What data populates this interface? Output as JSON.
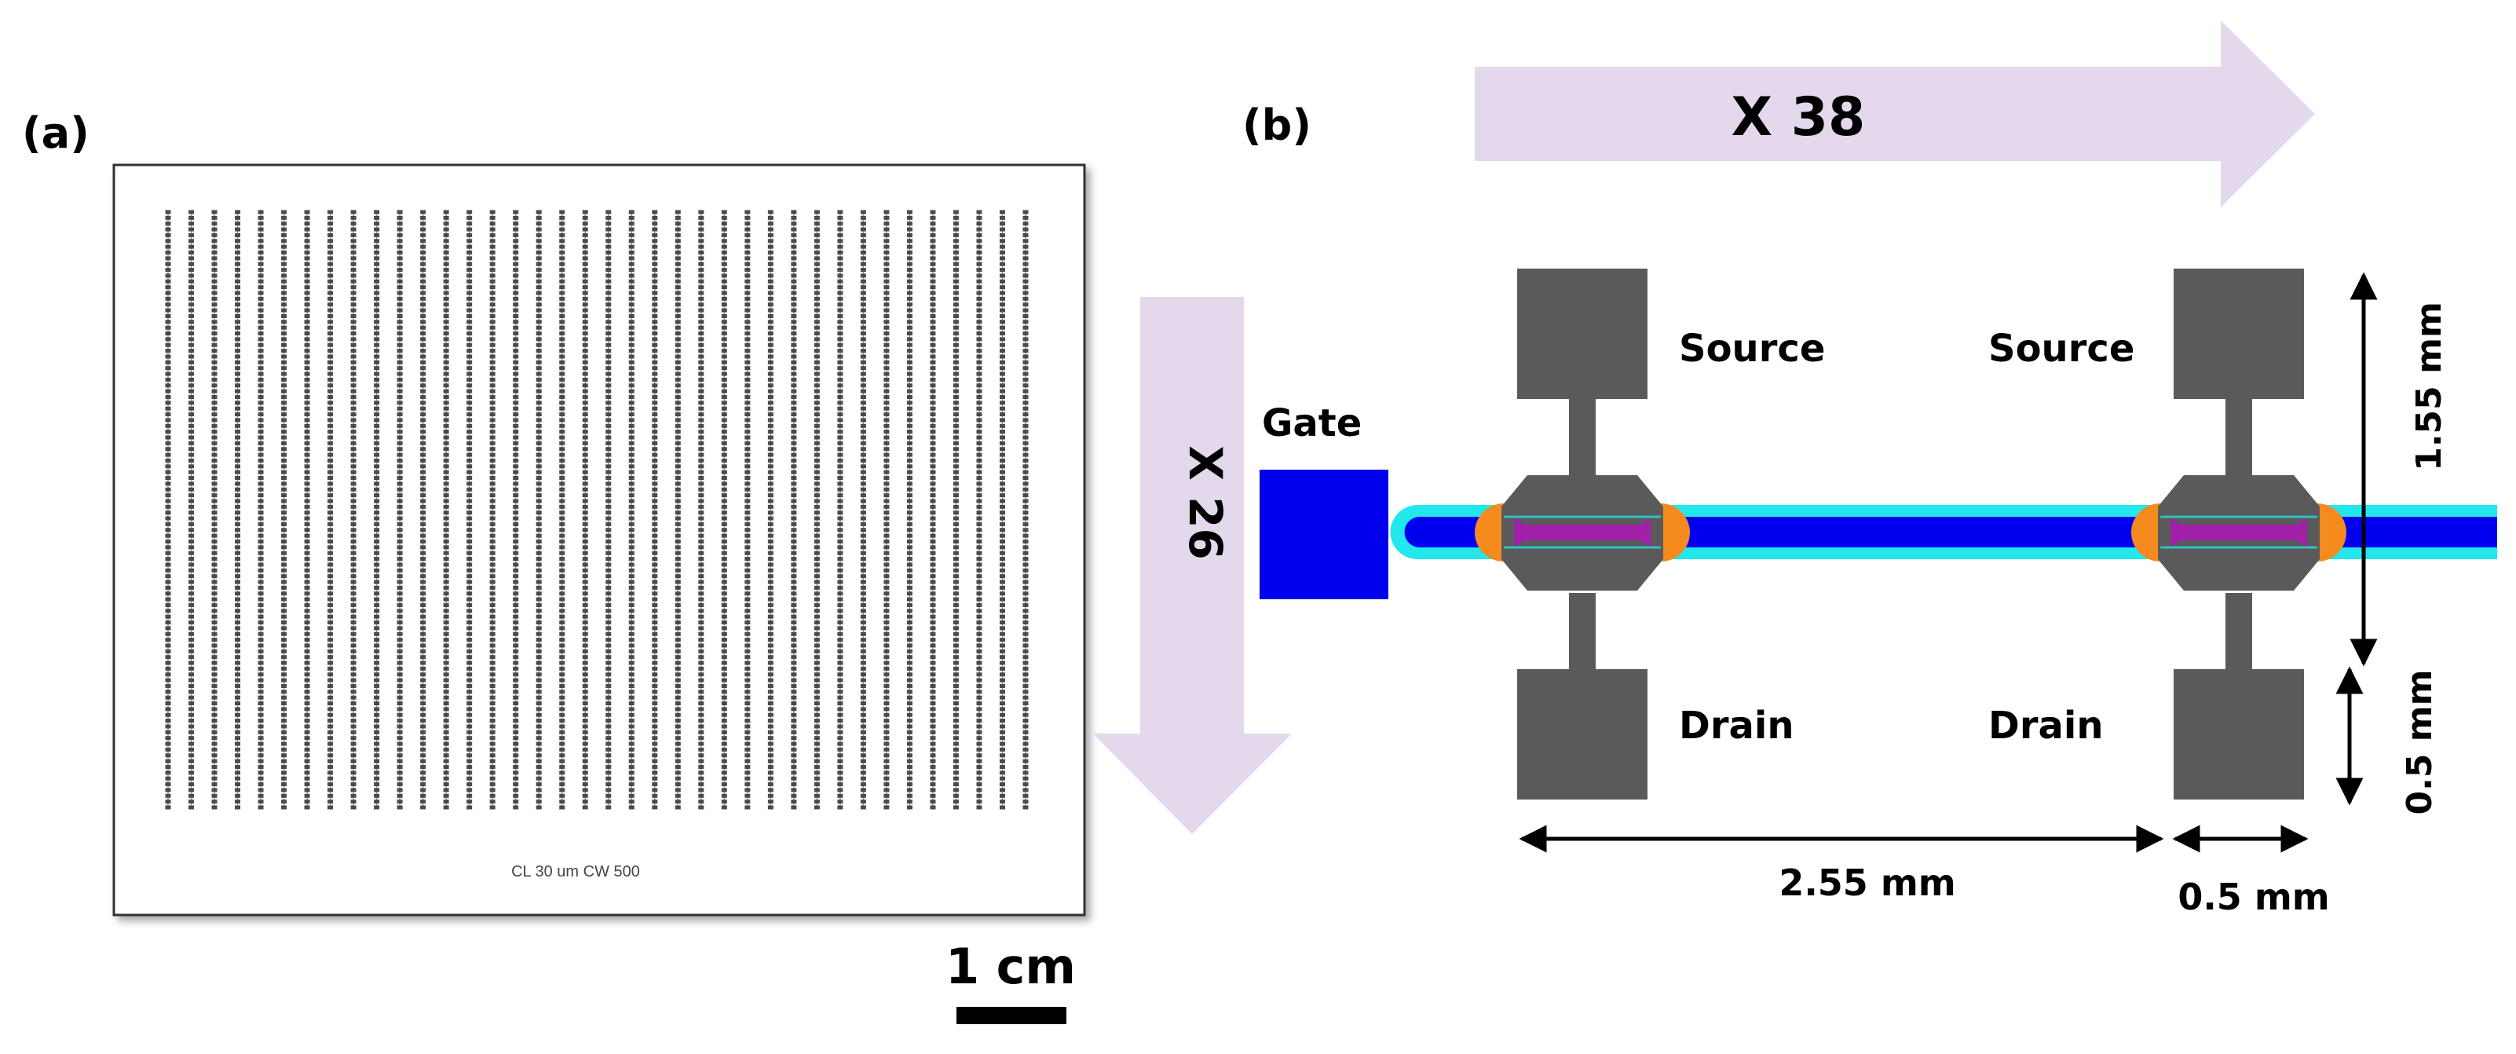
{
  "panel_a": {
    "label": "(a)",
    "chip_caption": "CL 30 um CW 500",
    "scale_bar_label": "1 cm",
    "array": {
      "columns": 38,
      "rows": 26
    }
  },
  "panel_b": {
    "label": "(b)",
    "repeat_x_label": "X 38",
    "repeat_y_label": "X 26",
    "gate_label": "Gate",
    "source_label_1": "Source",
    "source_label_2": "Source",
    "drain_label_1": "Drain",
    "drain_label_2": "Drain",
    "dim_pitch": "2.55 mm",
    "dim_pad_width": "0.5 mm",
    "dim_height": "1.55 mm",
    "dim_pad_height": "0.5 mm"
  },
  "colors": {
    "arrow_fill": "#e3d8ec",
    "pad": "#5a5a5a",
    "gate_blue": "#0000ee",
    "channel_cyan": "#22e8ee",
    "contact_orange": "#f58a1f",
    "channel_magenta": "#a020a8"
  }
}
